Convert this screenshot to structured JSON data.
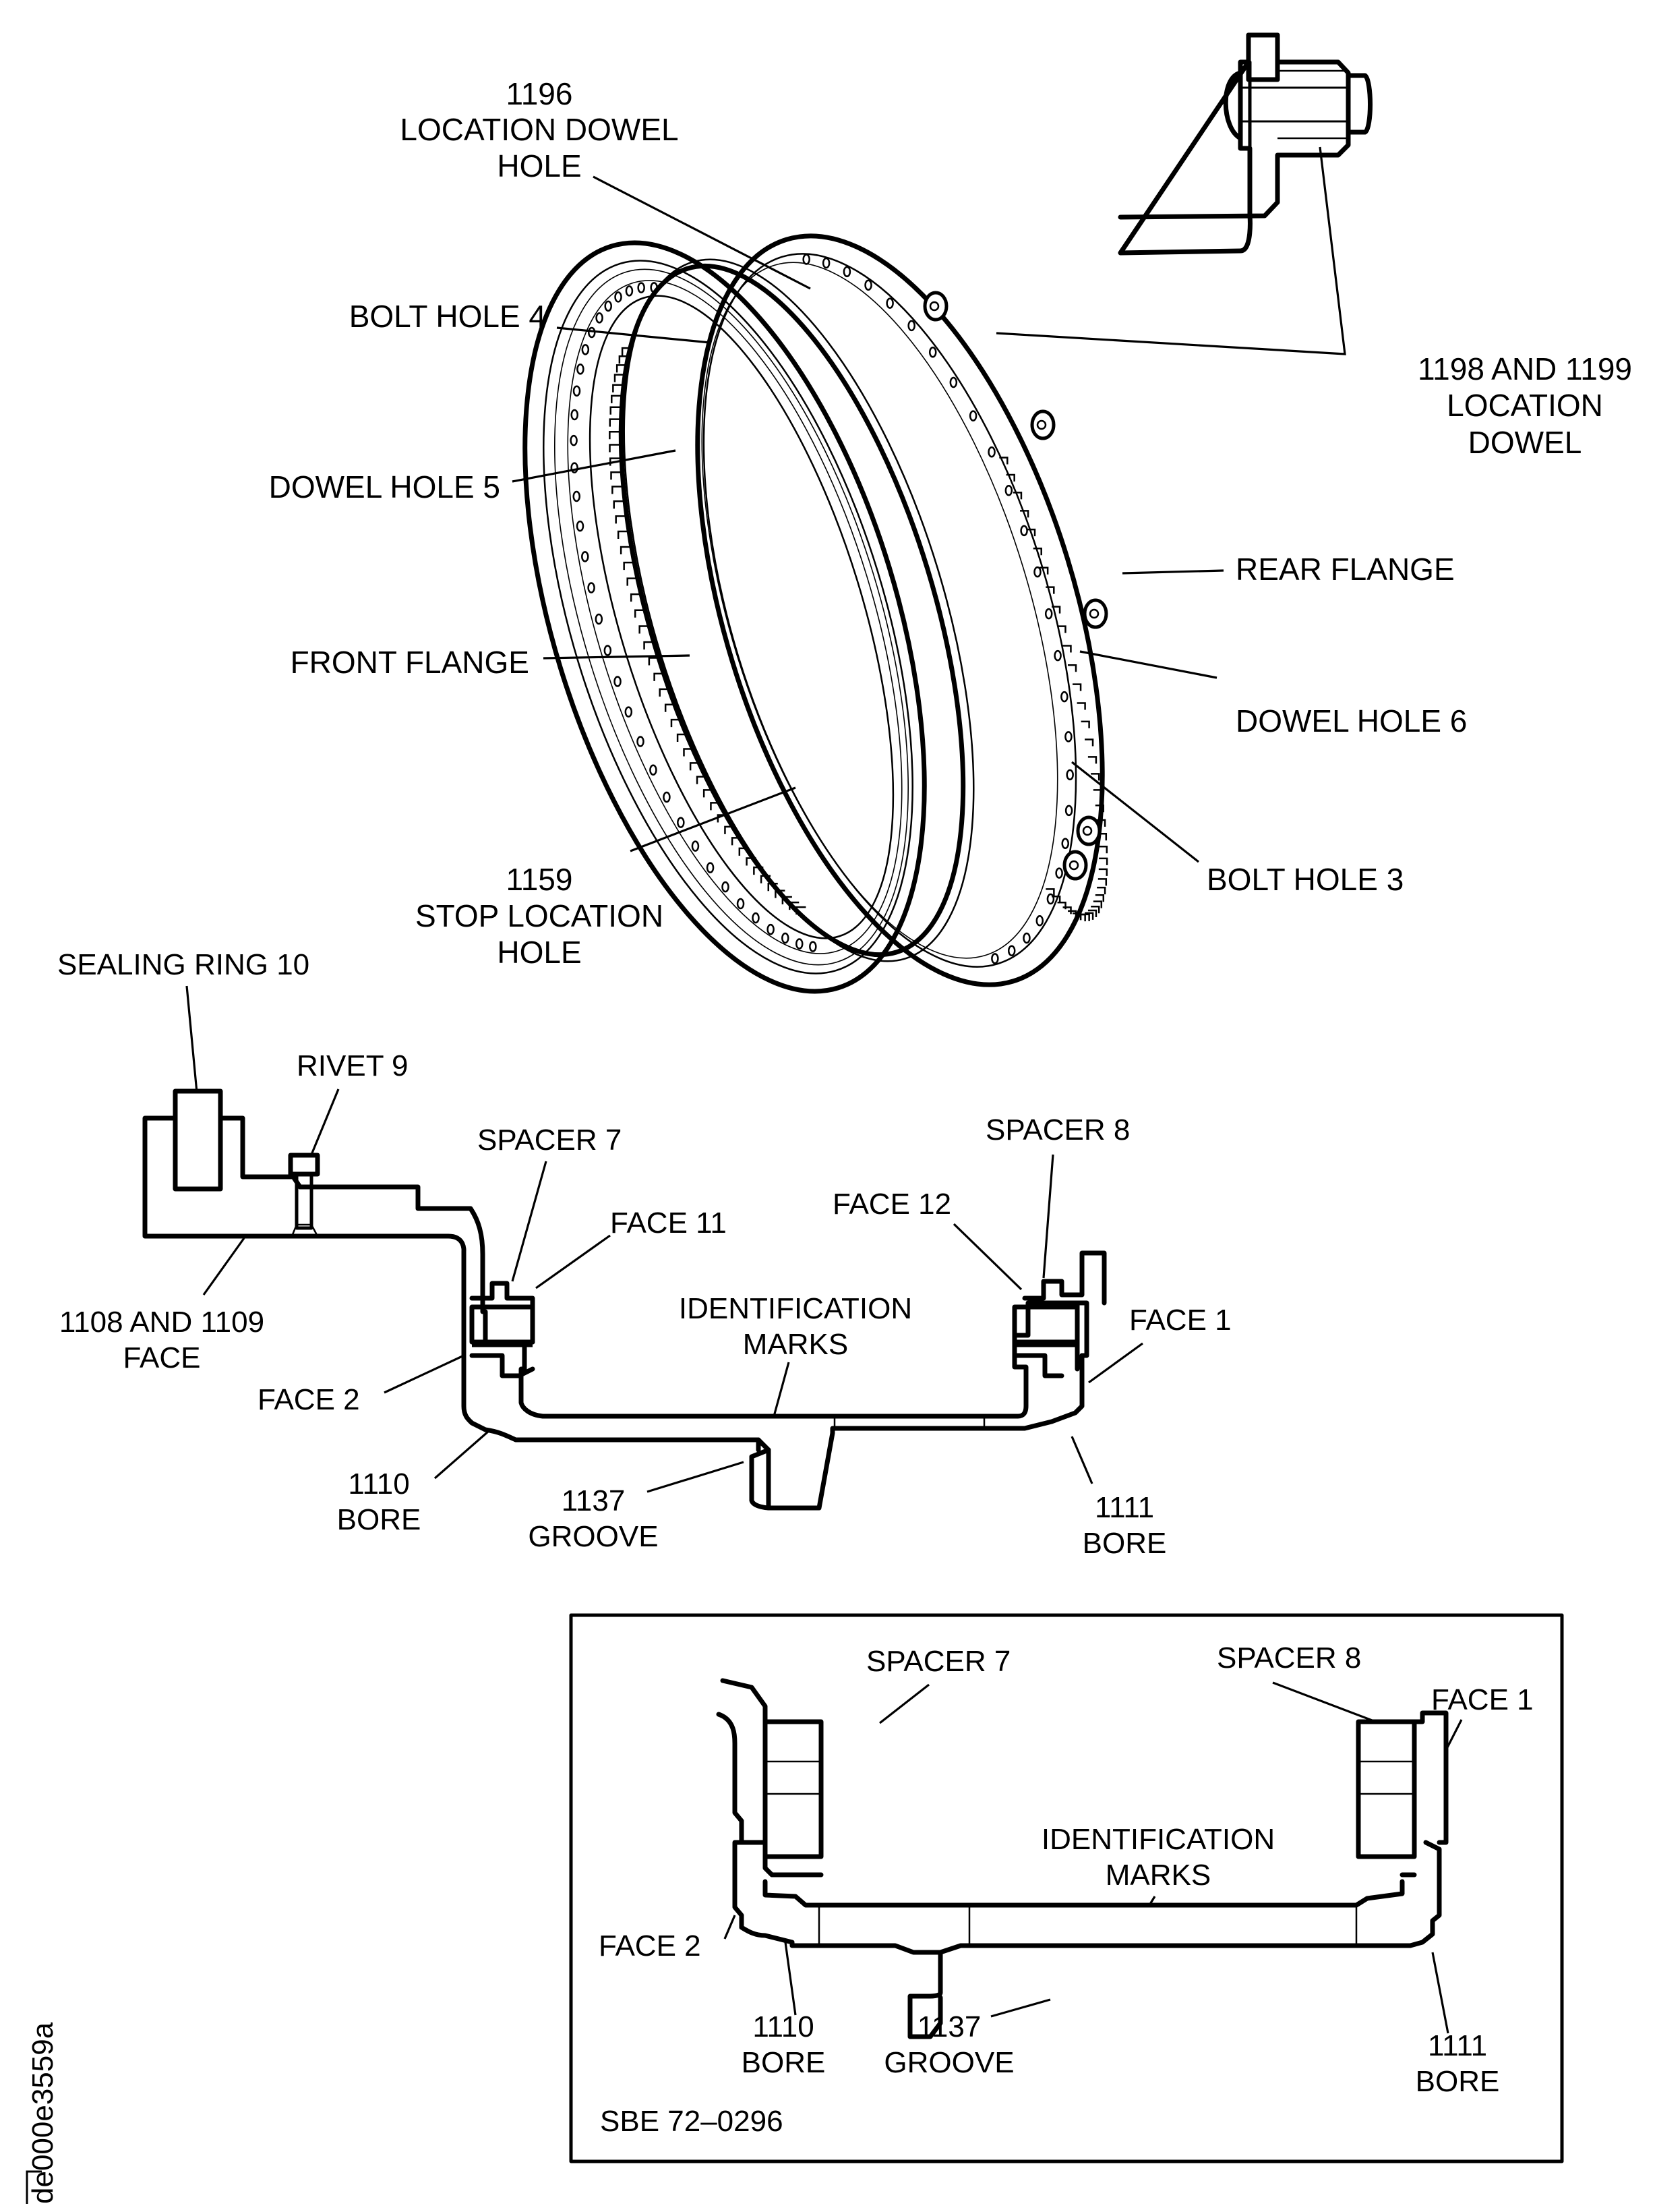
{
  "figure_id": "de000e3559a",
  "ring_view": {
    "labels": {
      "location_dowel_hole": [
        "1196",
        "LOCATION DOWEL",
        "HOLE"
      ],
      "bolt_hole_4": "BOLT HOLE 4",
      "dowel_hole_5": "DOWEL HOLE 5",
      "front_flange": "FRONT FLANGE",
      "stop_location_hole": [
        "1159",
        "STOP LOCATION",
        "HOLE"
      ],
      "location_dowel": [
        "1198 AND 1199",
        "LOCATION",
        "DOWEL"
      ],
      "rear_flange": "REAR FLANGE",
      "dowel_hole_6": "DOWEL HOLE 6",
      "bolt_hole_3": "BOLT HOLE 3"
    }
  },
  "section_view": {
    "labels": {
      "sealing_ring": "SEALING RING 10",
      "rivet": "RIVET 9",
      "spacer_7": "SPACER 7",
      "face_11": "FACE 11",
      "face_12": "FACE 12",
      "spacer_8": "SPACER 8",
      "face_1108_1109": [
        "1108 AND 1109",
        "FACE"
      ],
      "identification_marks": [
        "IDENTIFICATION",
        "MARKS"
      ],
      "face_1": "FACE 1",
      "face_2": "FACE 2",
      "bore_1110": [
        "1110",
        "BORE"
      ],
      "groove_1137": [
        "1137",
        "GROOVE"
      ],
      "bore_1111": [
        "1111",
        "BORE"
      ]
    }
  },
  "inset_view": {
    "reference": "SBE 72–0296",
    "labels": {
      "spacer_7": "SPACER 7",
      "spacer_8": "SPACER 8",
      "face_1": "FACE 1",
      "identification_marks": [
        "IDENTIFICATION",
        "MARKS"
      ],
      "face_2": "FACE 2",
      "bore_1110": [
        "1110",
        "BORE"
      ],
      "groove_1137": [
        "1137",
        "GROOVE"
      ],
      "bore_1111": [
        "1111",
        "BORE"
      ]
    }
  }
}
